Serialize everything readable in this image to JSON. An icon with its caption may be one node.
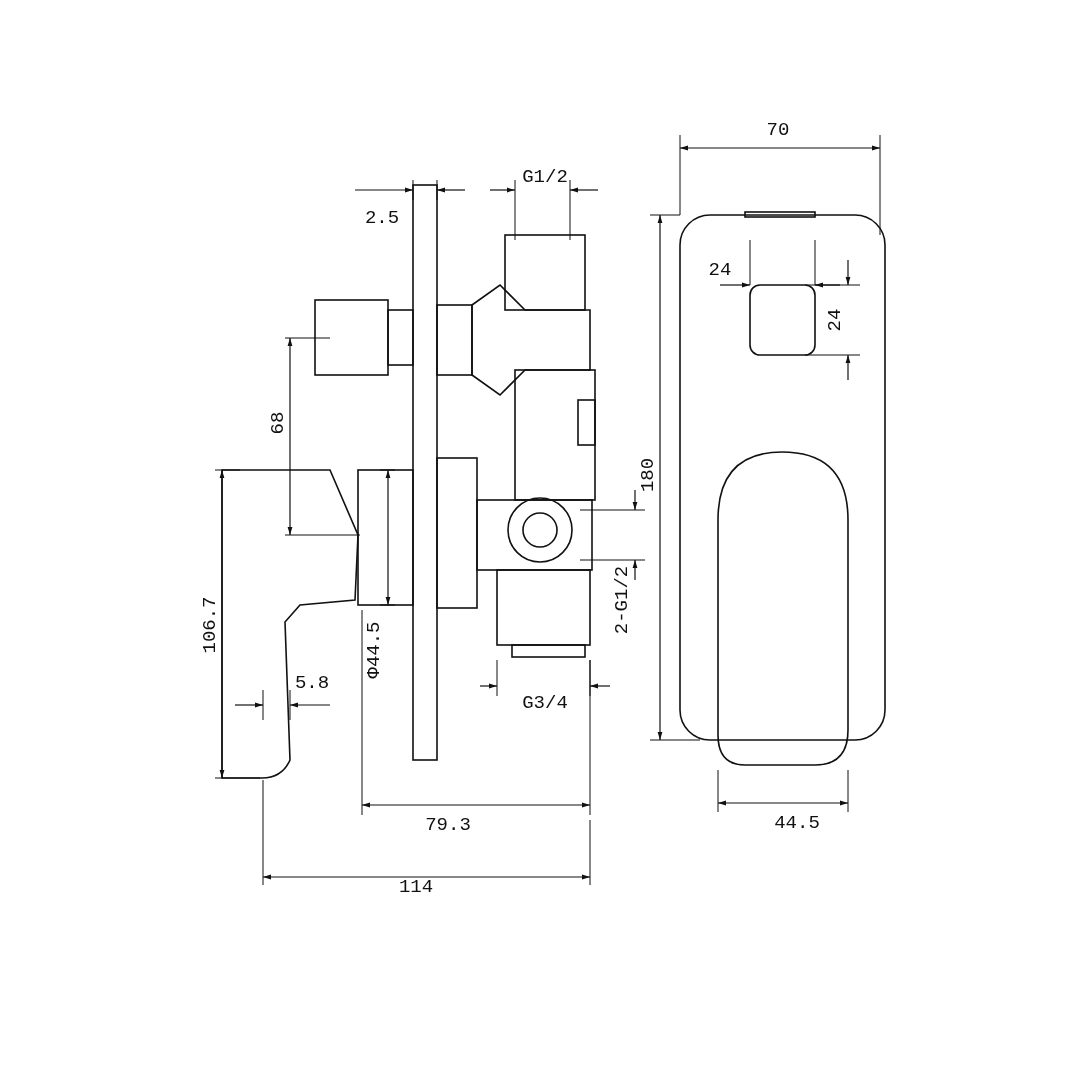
{
  "diagram": {
    "labels": [
      "70",
      "G1/2",
      "2.5",
      "24",
      "24",
      "68",
      "180",
      "2-G1/2",
      "106.7",
      "Φ44.5",
      "5.8",
      "G3/4",
      "79.3",
      "44.5",
      "114"
    ]
  }
}
